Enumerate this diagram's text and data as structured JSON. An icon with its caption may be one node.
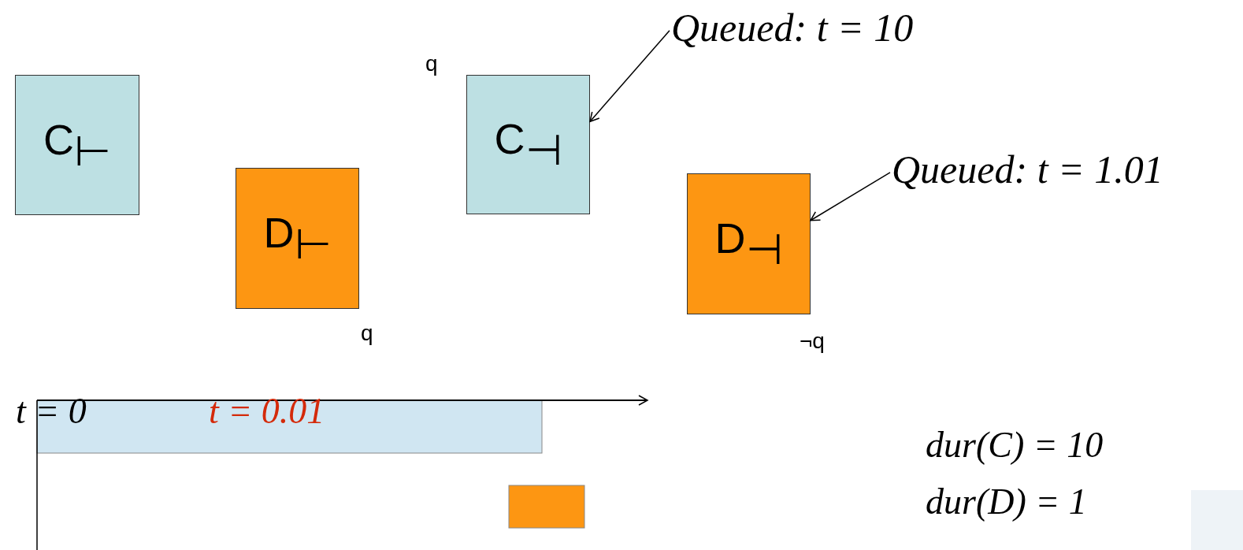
{
  "diagram": {
    "nodes": [
      {
        "text": [
          "C$_{⊢}$"
        ]
      },
      {
        "text": [
          "D$_{⊢}$"
        ]
      },
      {
        "text": [
          "C$_{⊣}$"
        ]
      },
      {
        "text": [
          "D$_{⊣}$"
        ]
      },
      {
        "text": [
          "Queued: t = 10"
        ]
      },
      {
        "text": [
          "Queued: t = 1.01"
        ]
      }
    ],
    "edges": [
      {
        "from": 4,
        "to": 2,
        "arrow": "to"
      },
      {
        "from": 5,
        "to": 3,
        "arrow": "to"
      }
    ],
    "labels": [
      "q",
      "q",
      "¬q",
      "t = 0",
      "t = 0.01",
      "dur(C) = 10",
      "dur(D) = 1"
    ]
  }
}
